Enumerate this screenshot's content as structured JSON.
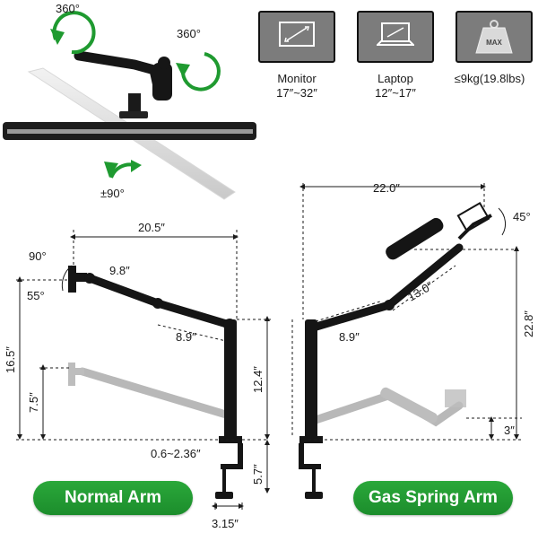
{
  "rotation": {
    "top_left_label": "360°",
    "top_right_label": "360°",
    "tilt_label": "±90°"
  },
  "specs": [
    {
      "icon": "monitor-icon",
      "line1": "Monitor",
      "line2": "17″~32″"
    },
    {
      "icon": "laptop-icon",
      "line1": "Laptop",
      "line2": "12″~17″"
    },
    {
      "icon": "weight-icon",
      "badge": "MAX",
      "line1": "≤9kg(19.8lbs)",
      "line2": ""
    }
  ],
  "normal_arm": {
    "width": "20.5″",
    "angle_up": "90°",
    "angle_down": "55°",
    "seg1": "9.8″",
    "seg2": "8.9″",
    "height_total": "16.5″",
    "height_low": "7.5″",
    "pole": "12.4″",
    "clamp_range": "0.6~2.36″",
    "clamp_depth": "5.7″",
    "base": "3.15″",
    "title": "Normal Arm"
  },
  "gas_arm": {
    "width": "22.0″",
    "angle": "45°",
    "seg_gas": "13.0″",
    "seg2": "8.9″",
    "height_total": "22.8″",
    "height_low": "3″",
    "title": "Gas Spring Arm"
  },
  "colors": {
    "accent": "#1f9a30",
    "arm": "#151515",
    "ghost": "#b5b5b5"
  }
}
